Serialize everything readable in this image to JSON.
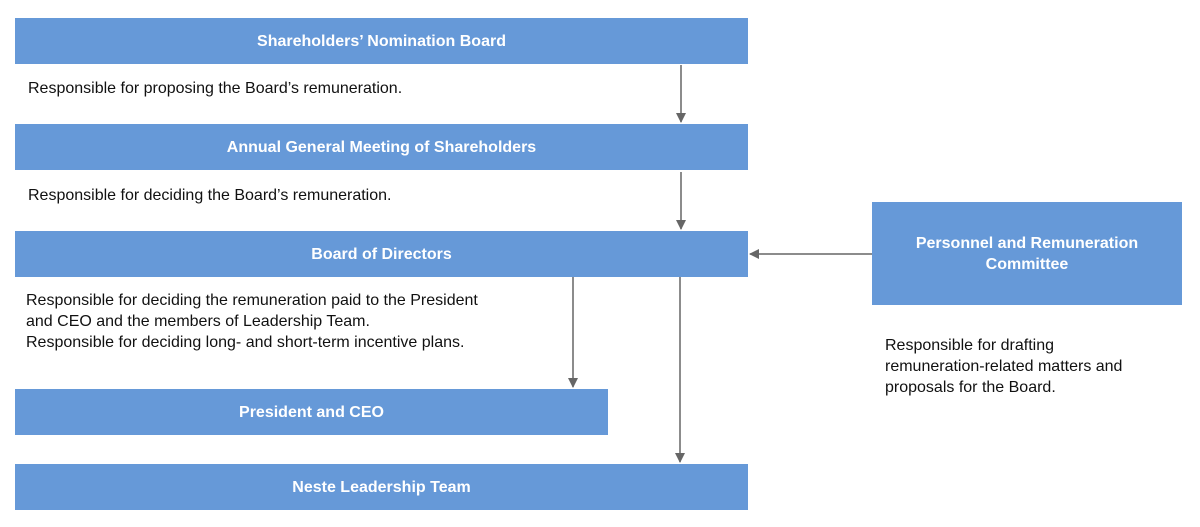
{
  "diagram": {
    "colors": {
      "box_fill": "#6699d8",
      "box_text": "#ffffff",
      "arrow": "#666666",
      "desc_text": "#111111"
    },
    "nodes": {
      "nomination_board": {
        "label": "Shareholders’ Nomination Board",
        "description": "Responsible for proposing the Board’s remuneration."
      },
      "agm": {
        "label": "Annual General Meeting of Shareholders",
        "description": "Responsible for deciding the Board’s remuneration."
      },
      "board": {
        "label": "Board of Directors",
        "description": "Responsible for deciding the remuneration paid to the President\nand CEO and the members of Leadership Team.\nResponsible for deciding long- and short-term incentive plans."
      },
      "president": {
        "label": "President and CEO"
      },
      "leadership_team": {
        "label": "Neste Leadership Team"
      },
      "committee": {
        "label": "Personnel and Remuneration\nCommittee",
        "description": "Responsible for drafting\nremuneration-related matters and\nproposals for the Board."
      }
    },
    "edges": [
      {
        "from": "Shareholders’ Nomination Board",
        "to": "Annual General Meeting of Shareholders"
      },
      {
        "from": "Annual General Meeting of Shareholders",
        "to": "Board of Directors"
      },
      {
        "from": "Board of Directors",
        "to": "President and CEO"
      },
      {
        "from": "Board of Directors",
        "to": "Neste Leadership Team"
      },
      {
        "from": "Personnel and Remuneration Committee",
        "to": "Board of Directors"
      }
    ]
  }
}
